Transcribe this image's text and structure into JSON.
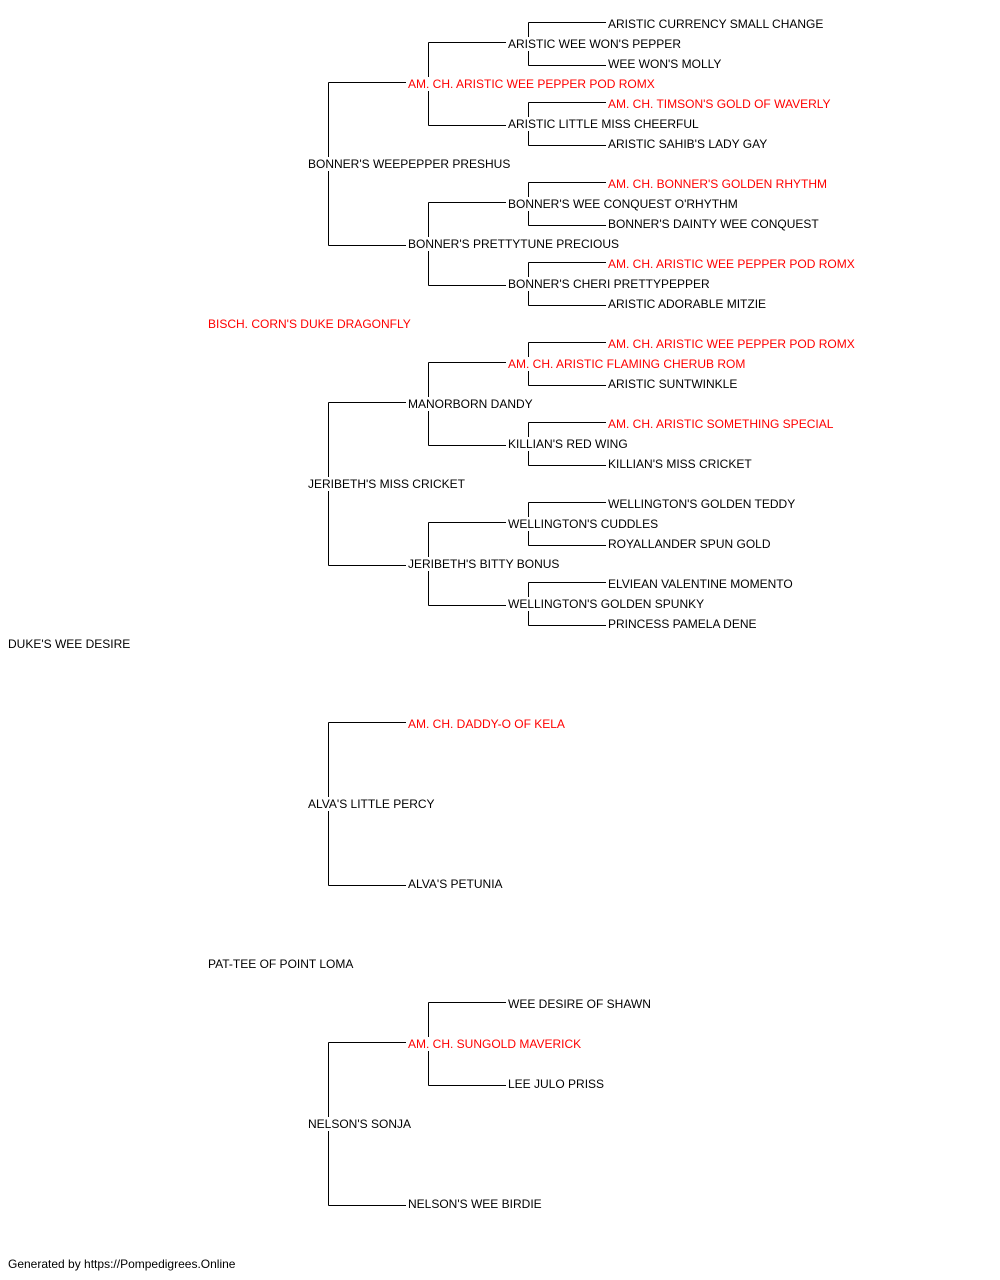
{
  "colors": {
    "champion": "#ff0000",
    "normal": "#000000",
    "line": "#000000"
  },
  "pedigree": {
    "subject": {
      "name": "DUKE'S WEE DESIRE",
      "champion": false
    },
    "sire": {
      "name": "BISCH. CORN'S DUKE DRAGONFLY",
      "champion": true
    },
    "dam": {
      "name": "PAT-TEE OF POINT LOMA",
      "champion": false
    },
    "ss": {
      "name": "BONNER'S WEEPEPPER PRESHUS",
      "champion": false
    },
    "sd": {
      "name": "JERIBETH'S MISS CRICKET",
      "champion": false
    },
    "ds": {
      "name": "ALVA'S LITTLE PERCY",
      "champion": false
    },
    "dd": {
      "name": "NELSON'S SONJA",
      "champion": false
    },
    "sss": {
      "name": "AM. CH. ARISTIC WEE PEPPER POD ROMX",
      "champion": true
    },
    "ssd": {
      "name": "BONNER'S PRETTYTUNE PRECIOUS",
      "champion": false
    },
    "sds": {
      "name": "MANORBORN DANDY",
      "champion": false
    },
    "sdd": {
      "name": "JERIBETH'S BITTY BONUS",
      "champion": false
    },
    "dss": {
      "name": "AM. CH. DADDY-O OF KELA",
      "champion": true
    },
    "dsd": {
      "name": "ALVA'S PETUNIA",
      "champion": false
    },
    "dds": {
      "name": "AM. CH. SUNGOLD MAVERICK",
      "champion": true
    },
    "ddd": {
      "name": "NELSON'S WEE BIRDIE",
      "champion": false
    },
    "ssss": {
      "name": "ARISTIC WEE WON'S PEPPER",
      "champion": false
    },
    "sssd": {
      "name": "ARISTIC LITTLE MISS CHEERFUL",
      "champion": false
    },
    "ssds": {
      "name": "BONNER'S WEE CONQUEST O'RHYTHM",
      "champion": false
    },
    "ssdd": {
      "name": "BONNER'S CHERI PRETTYPEPPER",
      "champion": false
    },
    "sdss": {
      "name": "AM. CH. ARISTIC FLAMING CHERUB ROM",
      "champion": true
    },
    "sdsd": {
      "name": "KILLIAN'S RED WING",
      "champion": false
    },
    "sdds": {
      "name": "WELLINGTON'S CUDDLES",
      "champion": false
    },
    "sddd": {
      "name": "WELLINGTON'S GOLDEN SPUNKY",
      "champion": false
    },
    "ddss": {
      "name": "WEE DESIRE OF SHAWN",
      "champion": false
    },
    "ddsd": {
      "name": "LEE JULO PRISS",
      "champion": false
    },
    "sssss": {
      "name": "ARISTIC CURRENCY SMALL CHANGE",
      "champion": false
    },
    "ssssd": {
      "name": "WEE WON'S MOLLY",
      "champion": false
    },
    "sssds": {
      "name": "AM. CH. TIMSON'S GOLD OF WAVERLY",
      "champion": true
    },
    "sssdd": {
      "name": "ARISTIC SAHIB'S LADY GAY",
      "champion": false
    },
    "ssdss": {
      "name": "AM. CH. BONNER'S GOLDEN RHYTHM",
      "champion": true
    },
    "ssdsd": {
      "name": "BONNER'S DAINTY WEE CONQUEST",
      "champion": false
    },
    "ssdds": {
      "name": "AM. CH. ARISTIC WEE PEPPER POD ROMX",
      "champion": true
    },
    "ssddd": {
      "name": "ARISTIC ADORABLE MITZIE",
      "champion": false
    },
    "sdsss": {
      "name": "AM. CH. ARISTIC WEE PEPPER POD ROMX",
      "champion": true
    },
    "sdssd": {
      "name": "ARISTIC SUNTWINKLE",
      "champion": false
    },
    "sdsds": {
      "name": "AM. CH. ARISTIC SOMETHING SPECIAL",
      "champion": true
    },
    "sdsdd": {
      "name": "KILLIAN'S MISS CRICKET",
      "champion": false
    },
    "sddss": {
      "name": "WELLINGTON'S GOLDEN TEDDY",
      "champion": false
    },
    "sddsd": {
      "name": "ROYALLANDER SPUN GOLD",
      "champion": false
    },
    "sddds": {
      "name": "ELVIEAN VALENTINE MOMENTO",
      "champion": false
    },
    "sdddd": {
      "name": "PRINCESS PAMELA DENE",
      "champion": false
    }
  },
  "footer": "Generated by https://Pompedigrees.Online"
}
